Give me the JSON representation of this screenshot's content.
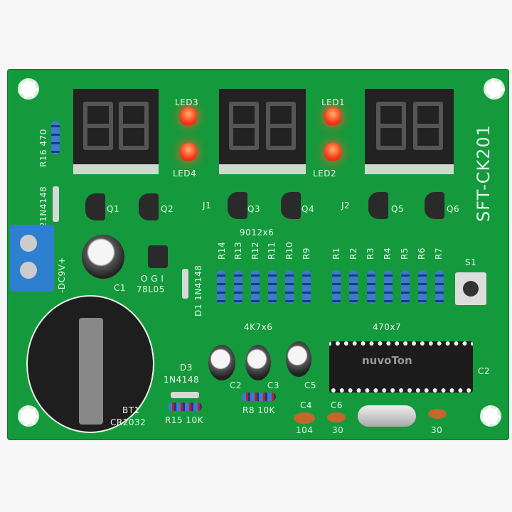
{
  "board": {
    "model": "SFT-CK201",
    "chip_brand": "nuvoTon",
    "labels": {
      "r16": "R16 470",
      "d2": "21N4148",
      "dc": "-DC9V+",
      "c1": "C1",
      "ogi": "O G I",
      "reg": "78L05",
      "d1": "D1 1N4148",
      "q1": "Q1",
      "q2": "Q2",
      "q3": "Q3",
      "q4": "Q4",
      "q5": "Q5",
      "q6": "Q6",
      "j1": "J1",
      "j2": "J2",
      "trans_type": "9012x6",
      "led1": "LED1",
      "led2": "LED2",
      "led3": "LED3",
      "led4": "LED4",
      "r14": "R14",
      "r13": "R13",
      "r12": "R12",
      "r11": "R11",
      "r10": "R10",
      "r9": "R9",
      "r1": "R1",
      "r2": "R2",
      "r3": "R3",
      "r4": "R4",
      "r5": "R5",
      "r6": "R6",
      "r7": "R7",
      "s1": "S1",
      "res_a": "4K7x6",
      "res_b": "470x7",
      "c2_ic": "C2",
      "c2": "C2",
      "c3": "C3",
      "c5": "C5",
      "d3": "D3",
      "d3_type": "1N4148",
      "r15": "R15 10K",
      "r8": "R8 10K",
      "bt1": "BT1",
      "cell": "CR2032",
      "c4": "C4",
      "c4_val": "104",
      "c6": "C6",
      "c6_val": "30",
      "c7_val": "30"
    }
  },
  "colors": {
    "pcb": "#149a3c",
    "silkscreen": "#e8f5e9",
    "led": "#ff3b1a",
    "terminal": "#2f7fd0"
  }
}
